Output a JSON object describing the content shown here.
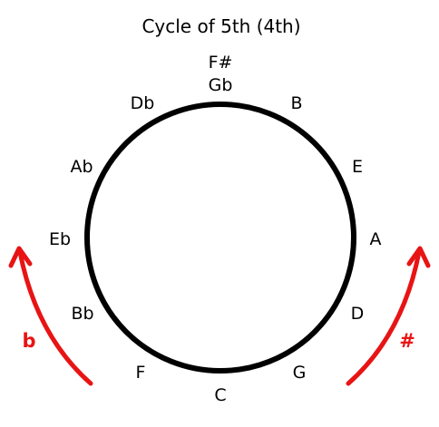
{
  "title": "Cycle of 5th (4th)",
  "notes": {
    "top_sharp": "F#",
    "top_flat": "Gb",
    "b": "B",
    "e": "E",
    "a": "A",
    "d": "D",
    "g": "G",
    "c": "C",
    "f": "F",
    "bb": "Bb",
    "eb": "Eb",
    "ab": "Ab",
    "db": "Db"
  },
  "arrows": {
    "left_label": "b",
    "right_label": "#",
    "color": "#e81414"
  },
  "circle_color": "#000000"
}
